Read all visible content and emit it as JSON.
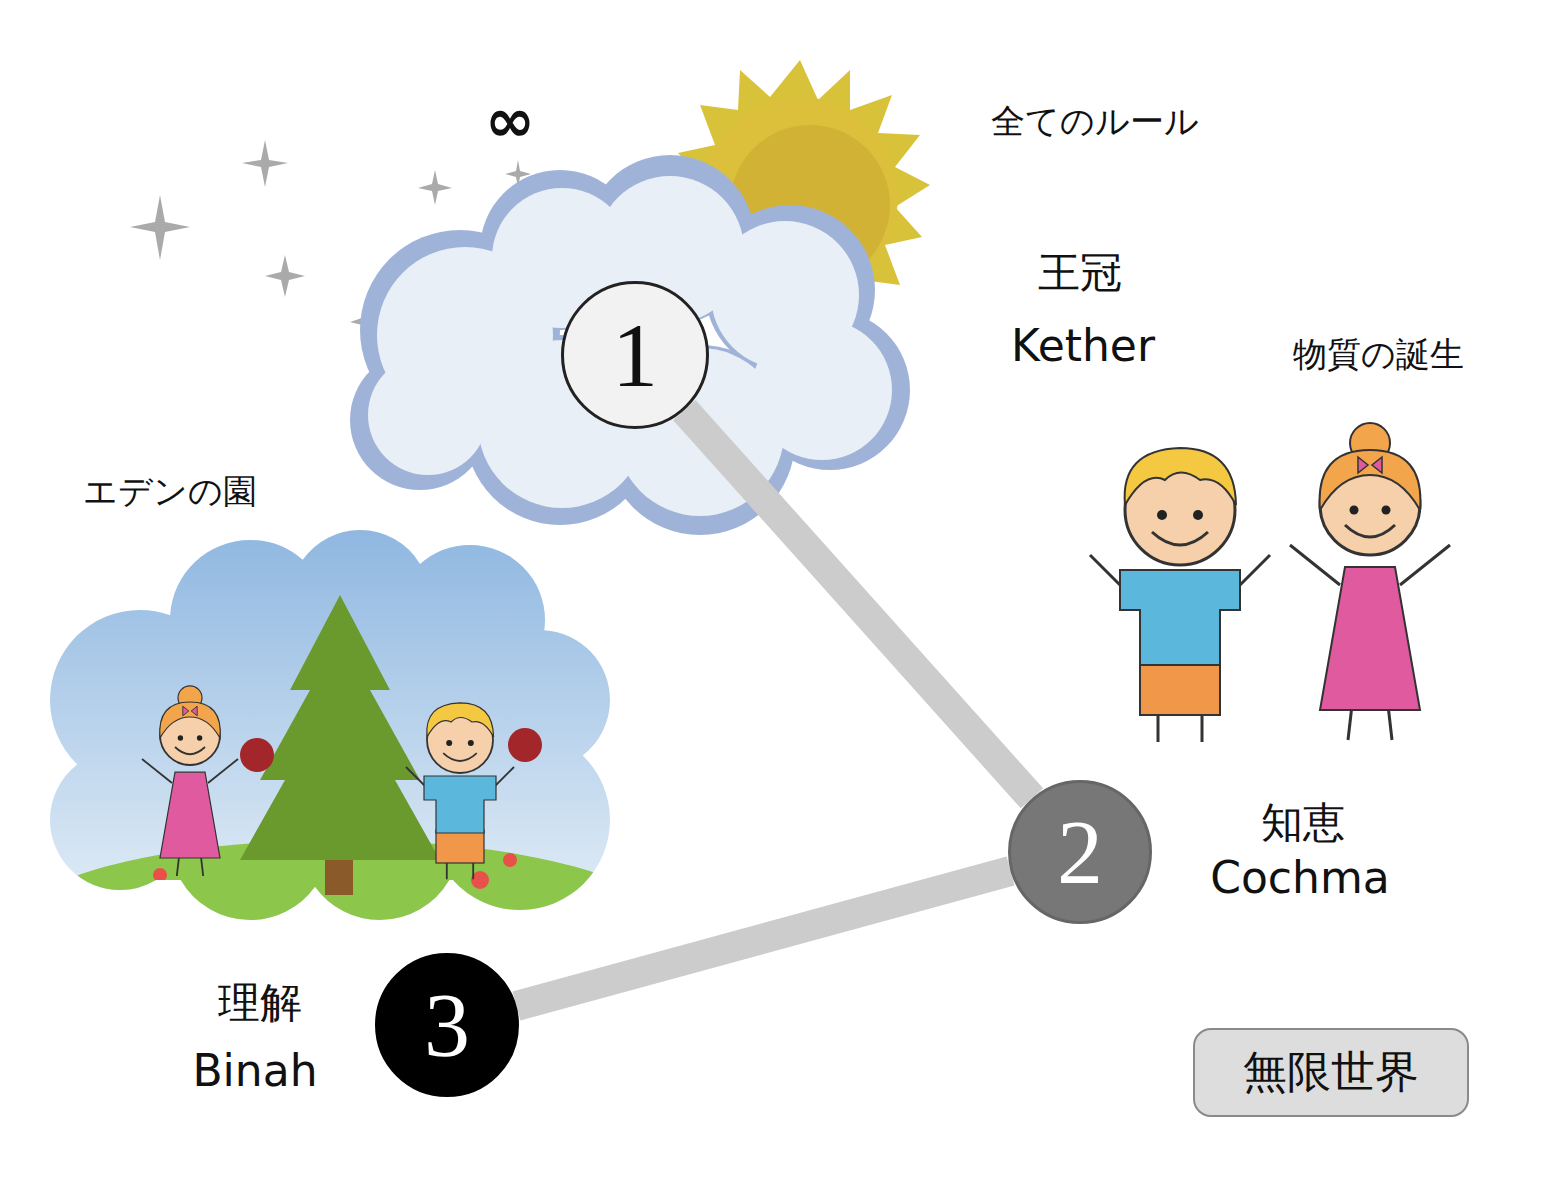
{
  "diagram": {
    "nodes": [
      {
        "text": [
          "1",
          "王冠",
          "Kether"
        ]
      },
      {
        "text": [
          "2",
          "知恵",
          "Cochma"
        ]
      },
      {
        "text": [
          "3",
          "理解",
          "Binah"
        ]
      },
      {
        "text": [
          "無限世界"
        ]
      }
    ],
    "edges": [
      {
        "from": 0,
        "to": 1,
        "arrow": "none"
      },
      {
        "from": 1,
        "to": 2,
        "arrow": "none"
      }
    ],
    "labels": [
      "∞",
      "全てのルール",
      "物質の誕生",
      "エデンの園"
    ]
  }
}
